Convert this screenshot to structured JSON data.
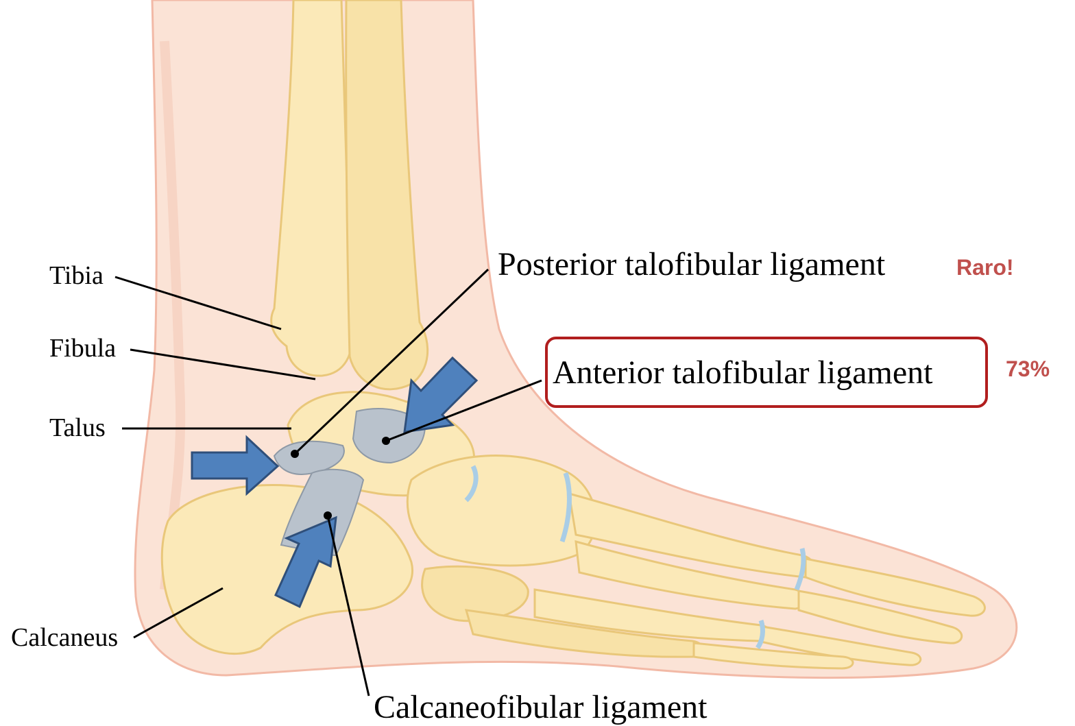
{
  "labels": {
    "tibia": "Tibia",
    "fibula": "Fibula",
    "talus": "Talus",
    "calcaneus": "Calcaneus",
    "posterior_ligament": "Posterior talofibular ligament",
    "anterior_ligament": "Anterior talofibular ligament",
    "calcaneofibular_ligament": "Calcaneofibular ligament"
  },
  "notes": {
    "posterior_note": "Raro!",
    "anterior_percent": "73%"
  },
  "colors": {
    "skin": "#fbe3d6",
    "skin_edge": "#f2b9a6",
    "bone": "#fbe9b8",
    "bone_edge": "#e9c77a",
    "cartilage": "#a9cde6",
    "ligament": "#b9c2cc",
    "arrow": "#4f81bd",
    "arrow_edge": "#2f4f7a",
    "note": "#c0504d",
    "highlight_border": "#b11e1e"
  }
}
